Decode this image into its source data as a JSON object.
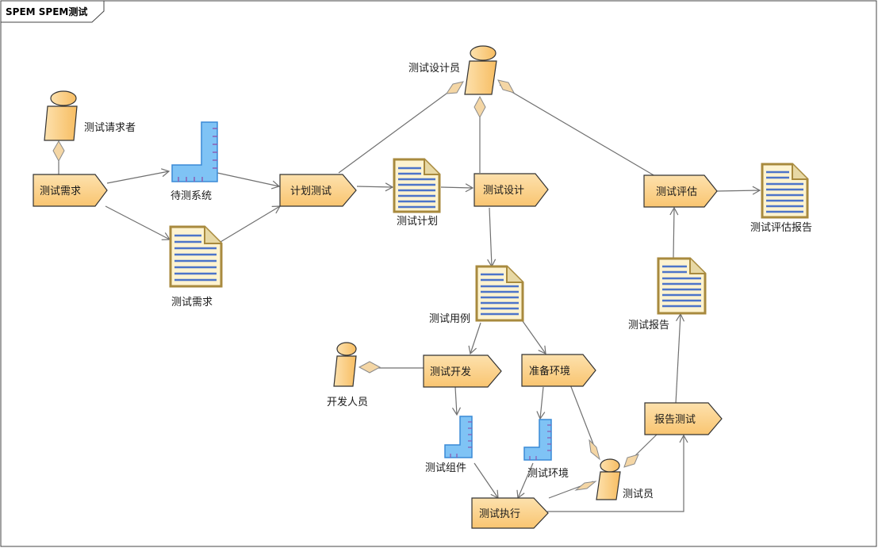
{
  "frame": {
    "title": "SPEM SPEM测试"
  },
  "roles": {
    "requester": "测试请求者",
    "designer": "测试设计员",
    "developer": "开发人员",
    "tester": "测试员"
  },
  "tasks": {
    "req": "测试需求",
    "plan": "计划测试",
    "design": "测试设计",
    "eval": "测试评估",
    "dev": "测试开发",
    "env": "准备环境",
    "report": "报告测试",
    "exec": "测试执行"
  },
  "documents": {
    "plan": "测试计划",
    "req": "测试需求",
    "cases": "测试用例",
    "report": "测试报告",
    "eval_report": "测试评估报告"
  },
  "models": {
    "system": "待测系统",
    "component": "测试组件",
    "environment": "测试环境"
  },
  "colors": {
    "task_fill": "#fbd18c",
    "role_fill": "#fbd18c",
    "doc_fill": "#fdf3d0",
    "doc_border": "#a88a3e",
    "doc_lines": "#4d74c9",
    "model_fill": "#7fc3f5",
    "model_stroke": "#3a8ad6"
  }
}
